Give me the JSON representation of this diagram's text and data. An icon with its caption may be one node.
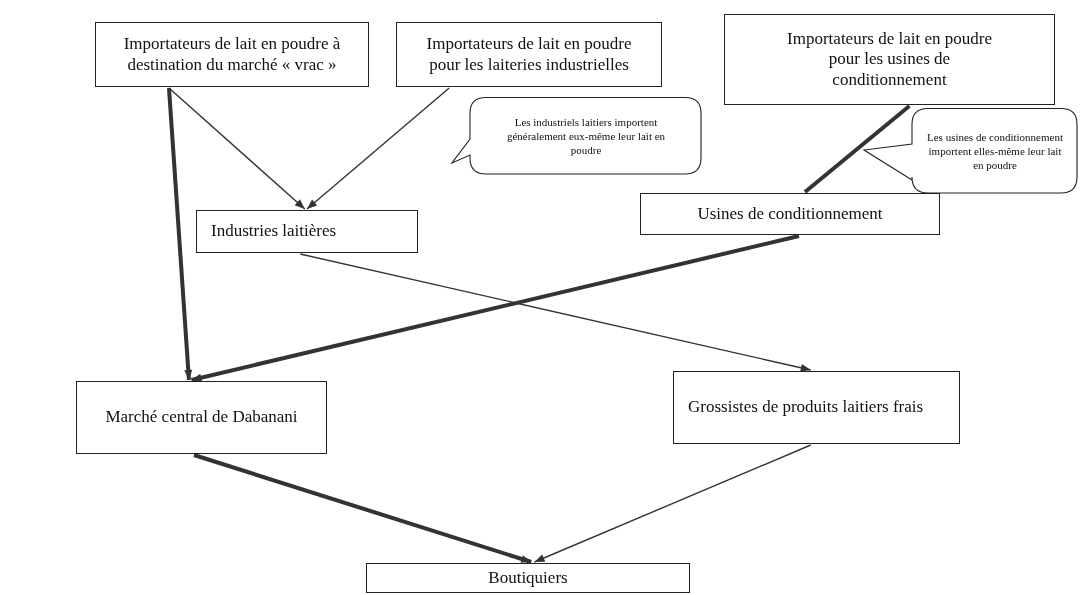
{
  "diagram": {
    "nodes": [
      {
        "text": [
          "Importateurs de lait en poudre à destination du marché « vrac »"
        ]
      },
      {
        "text": [
          "Importateurs de lait en poudre pour les laiteries industrielles"
        ]
      },
      {
        "text": [
          "Importateurs de lait en poudre pour les usines de conditionnement"
        ]
      },
      {
        "text": [
          "Les industriels laitiers importent généralement eux-même leur lait en poudre"
        ]
      },
      {
        "text": [
          "Les usines de conditionnement importent elles-même leur lait en poudre"
        ]
      },
      {
        "text": [
          "Industries laitières"
        ]
      },
      {
        "text": [
          "Usines de conditionnement"
        ]
      },
      {
        "text": [
          "Marché central de Dabanani"
        ]
      },
      {
        "text": [
          "Grossistes de produits laitiers frais"
        ]
      },
      {
        "text": [
          "Boutiquiers"
        ]
      }
    ],
    "edges": [
      {
        "from": 0,
        "to": 5,
        "arrow": "to"
      },
      {
        "from": 1,
        "to": 5,
        "arrow": "to"
      },
      {
        "from": 0,
        "to": 7,
        "arrow": "to",
        "style": "thick"
      },
      {
        "from": 2,
        "to": 6,
        "arrow": "none",
        "style": "thick"
      },
      {
        "from": 6,
        "to": 7,
        "arrow": "to",
        "style": "thick"
      },
      {
        "from": 5,
        "to": 8,
        "arrow": "to"
      },
      {
        "from": 7,
        "to": 9,
        "arrow": "to",
        "style": "thick"
      },
      {
        "from": 8,
        "to": 9,
        "arrow": "to"
      }
    ]
  }
}
